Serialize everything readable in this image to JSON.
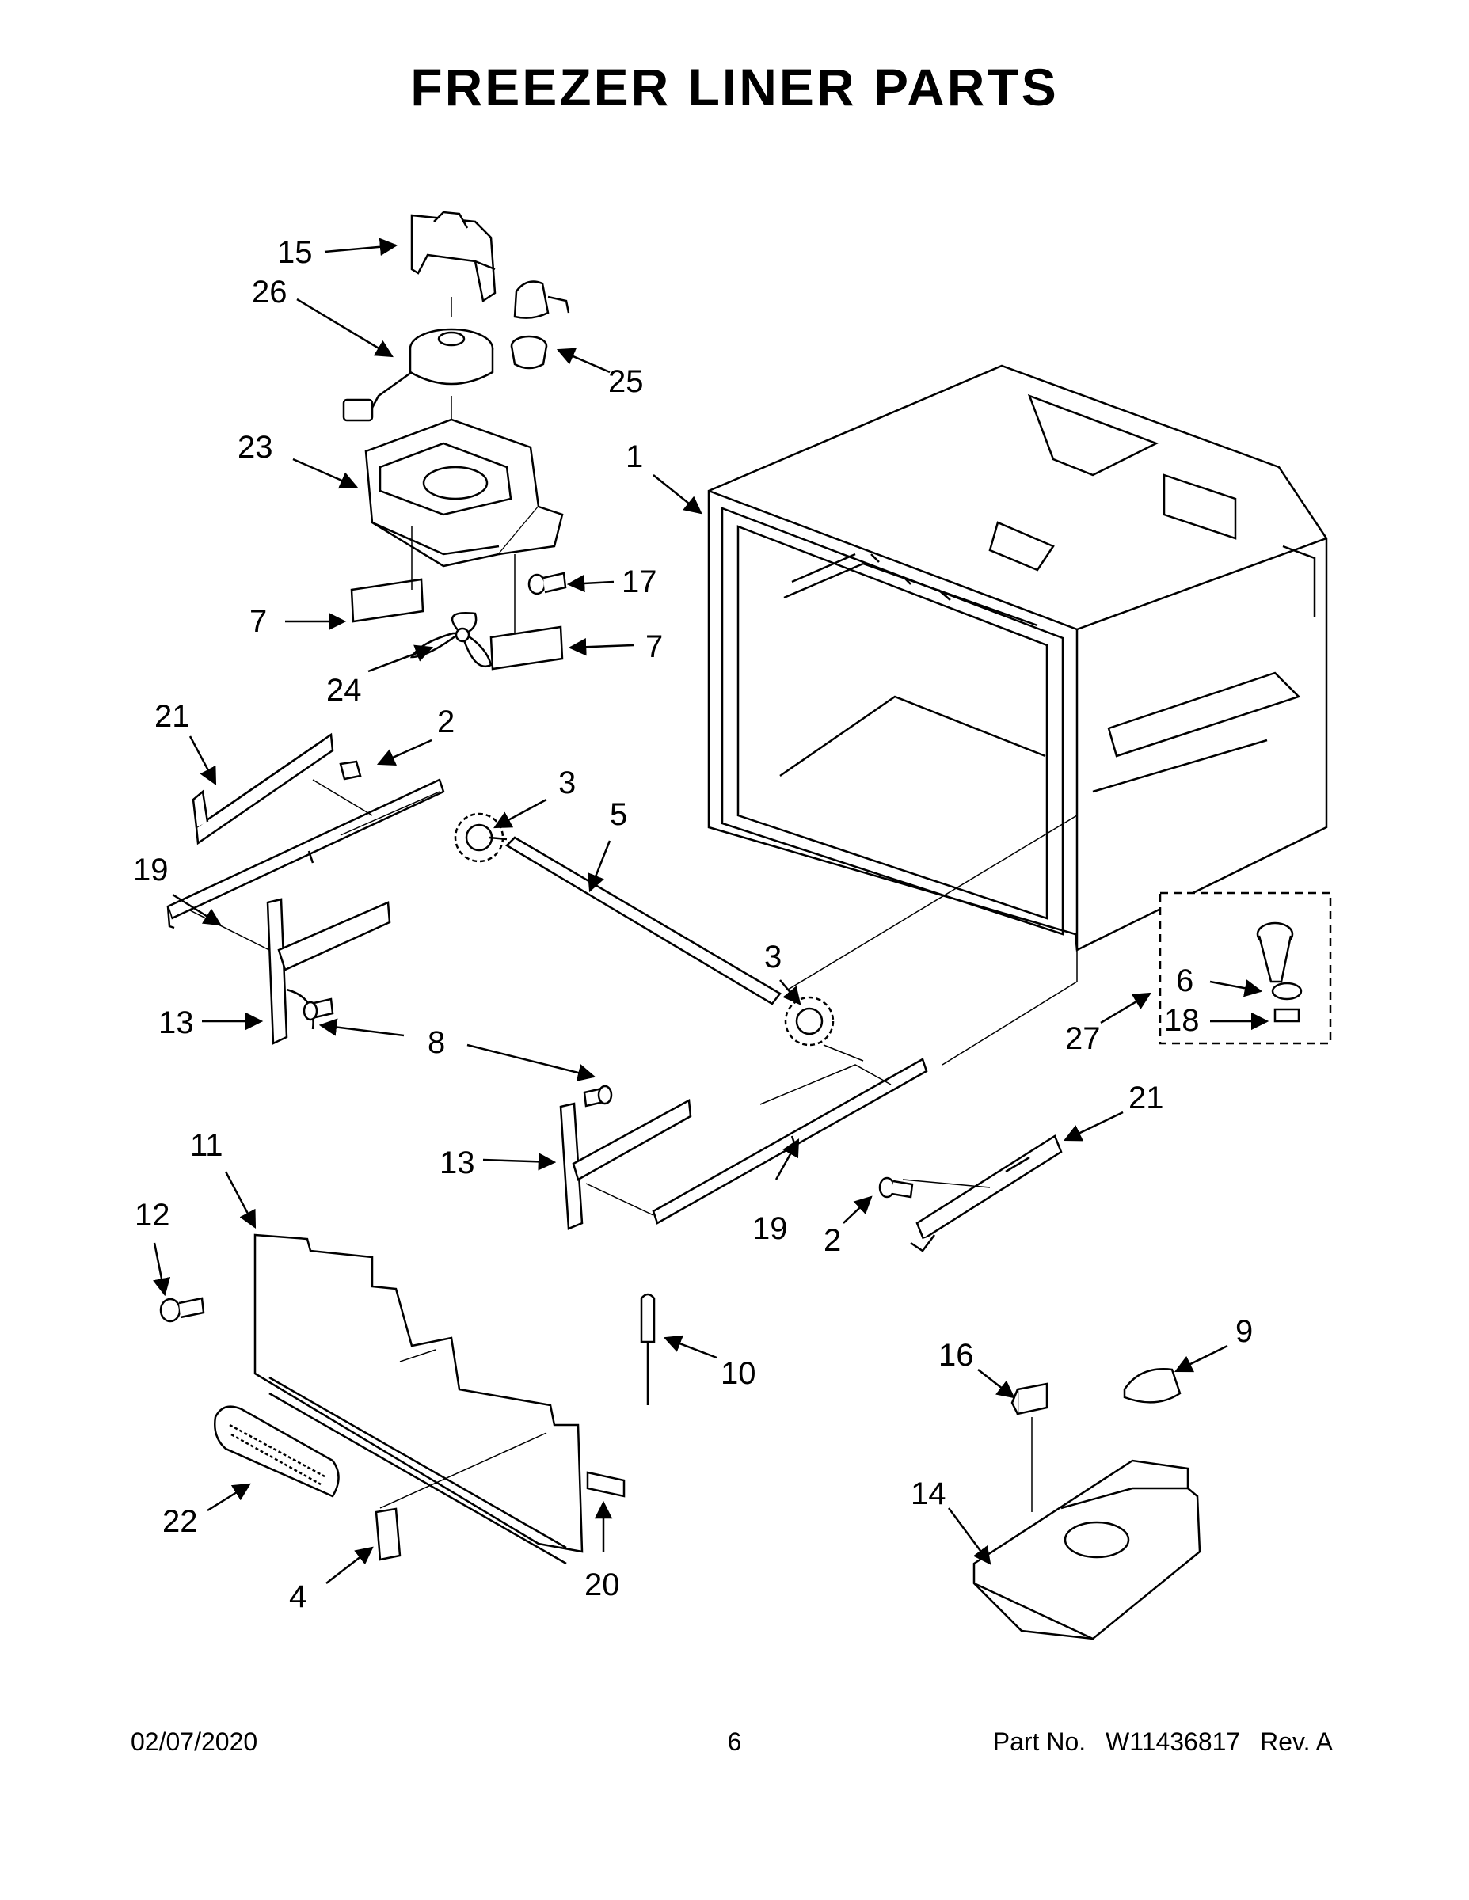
{
  "title": "FREEZER LINER PARTS",
  "footer": {
    "date": "02/07/2020",
    "page_number": "6",
    "part_label": "Part No.",
    "part_number": "W11436817",
    "revision": "Rev.  A"
  },
  "callouts": [
    {
      "id": "c1",
      "label": "1"
    },
    {
      "id": "c2a",
      "label": "2"
    },
    {
      "id": "c2b",
      "label": "2"
    },
    {
      "id": "c3a",
      "label": "3"
    },
    {
      "id": "c3b",
      "label": "3"
    },
    {
      "id": "c4",
      "label": "4"
    },
    {
      "id": "c5",
      "label": "5"
    },
    {
      "id": "c6",
      "label": "6"
    },
    {
      "id": "c7a",
      "label": "7"
    },
    {
      "id": "c7b",
      "label": "7"
    },
    {
      "id": "c8",
      "label": "8"
    },
    {
      "id": "c9",
      "label": "9"
    },
    {
      "id": "c10",
      "label": "10"
    },
    {
      "id": "c11",
      "label": "11"
    },
    {
      "id": "c12",
      "label": "12"
    },
    {
      "id": "c13a",
      "label": "13"
    },
    {
      "id": "c13b",
      "label": "13"
    },
    {
      "id": "c14",
      "label": "14"
    },
    {
      "id": "c15",
      "label": "15"
    },
    {
      "id": "c16",
      "label": "16"
    },
    {
      "id": "c17",
      "label": "17"
    },
    {
      "id": "c18",
      "label": "18"
    },
    {
      "id": "c19a",
      "label": "19"
    },
    {
      "id": "c19b",
      "label": "19"
    },
    {
      "id": "c20",
      "label": "20"
    },
    {
      "id": "c21a",
      "label": "21"
    },
    {
      "id": "c21b",
      "label": "21"
    },
    {
      "id": "c22",
      "label": "22"
    },
    {
      "id": "c23",
      "label": "23"
    },
    {
      "id": "c24",
      "label": "24"
    },
    {
      "id": "c25",
      "label": "25"
    },
    {
      "id": "c26",
      "label": "26"
    },
    {
      "id": "c27",
      "label": "27"
    }
  ]
}
